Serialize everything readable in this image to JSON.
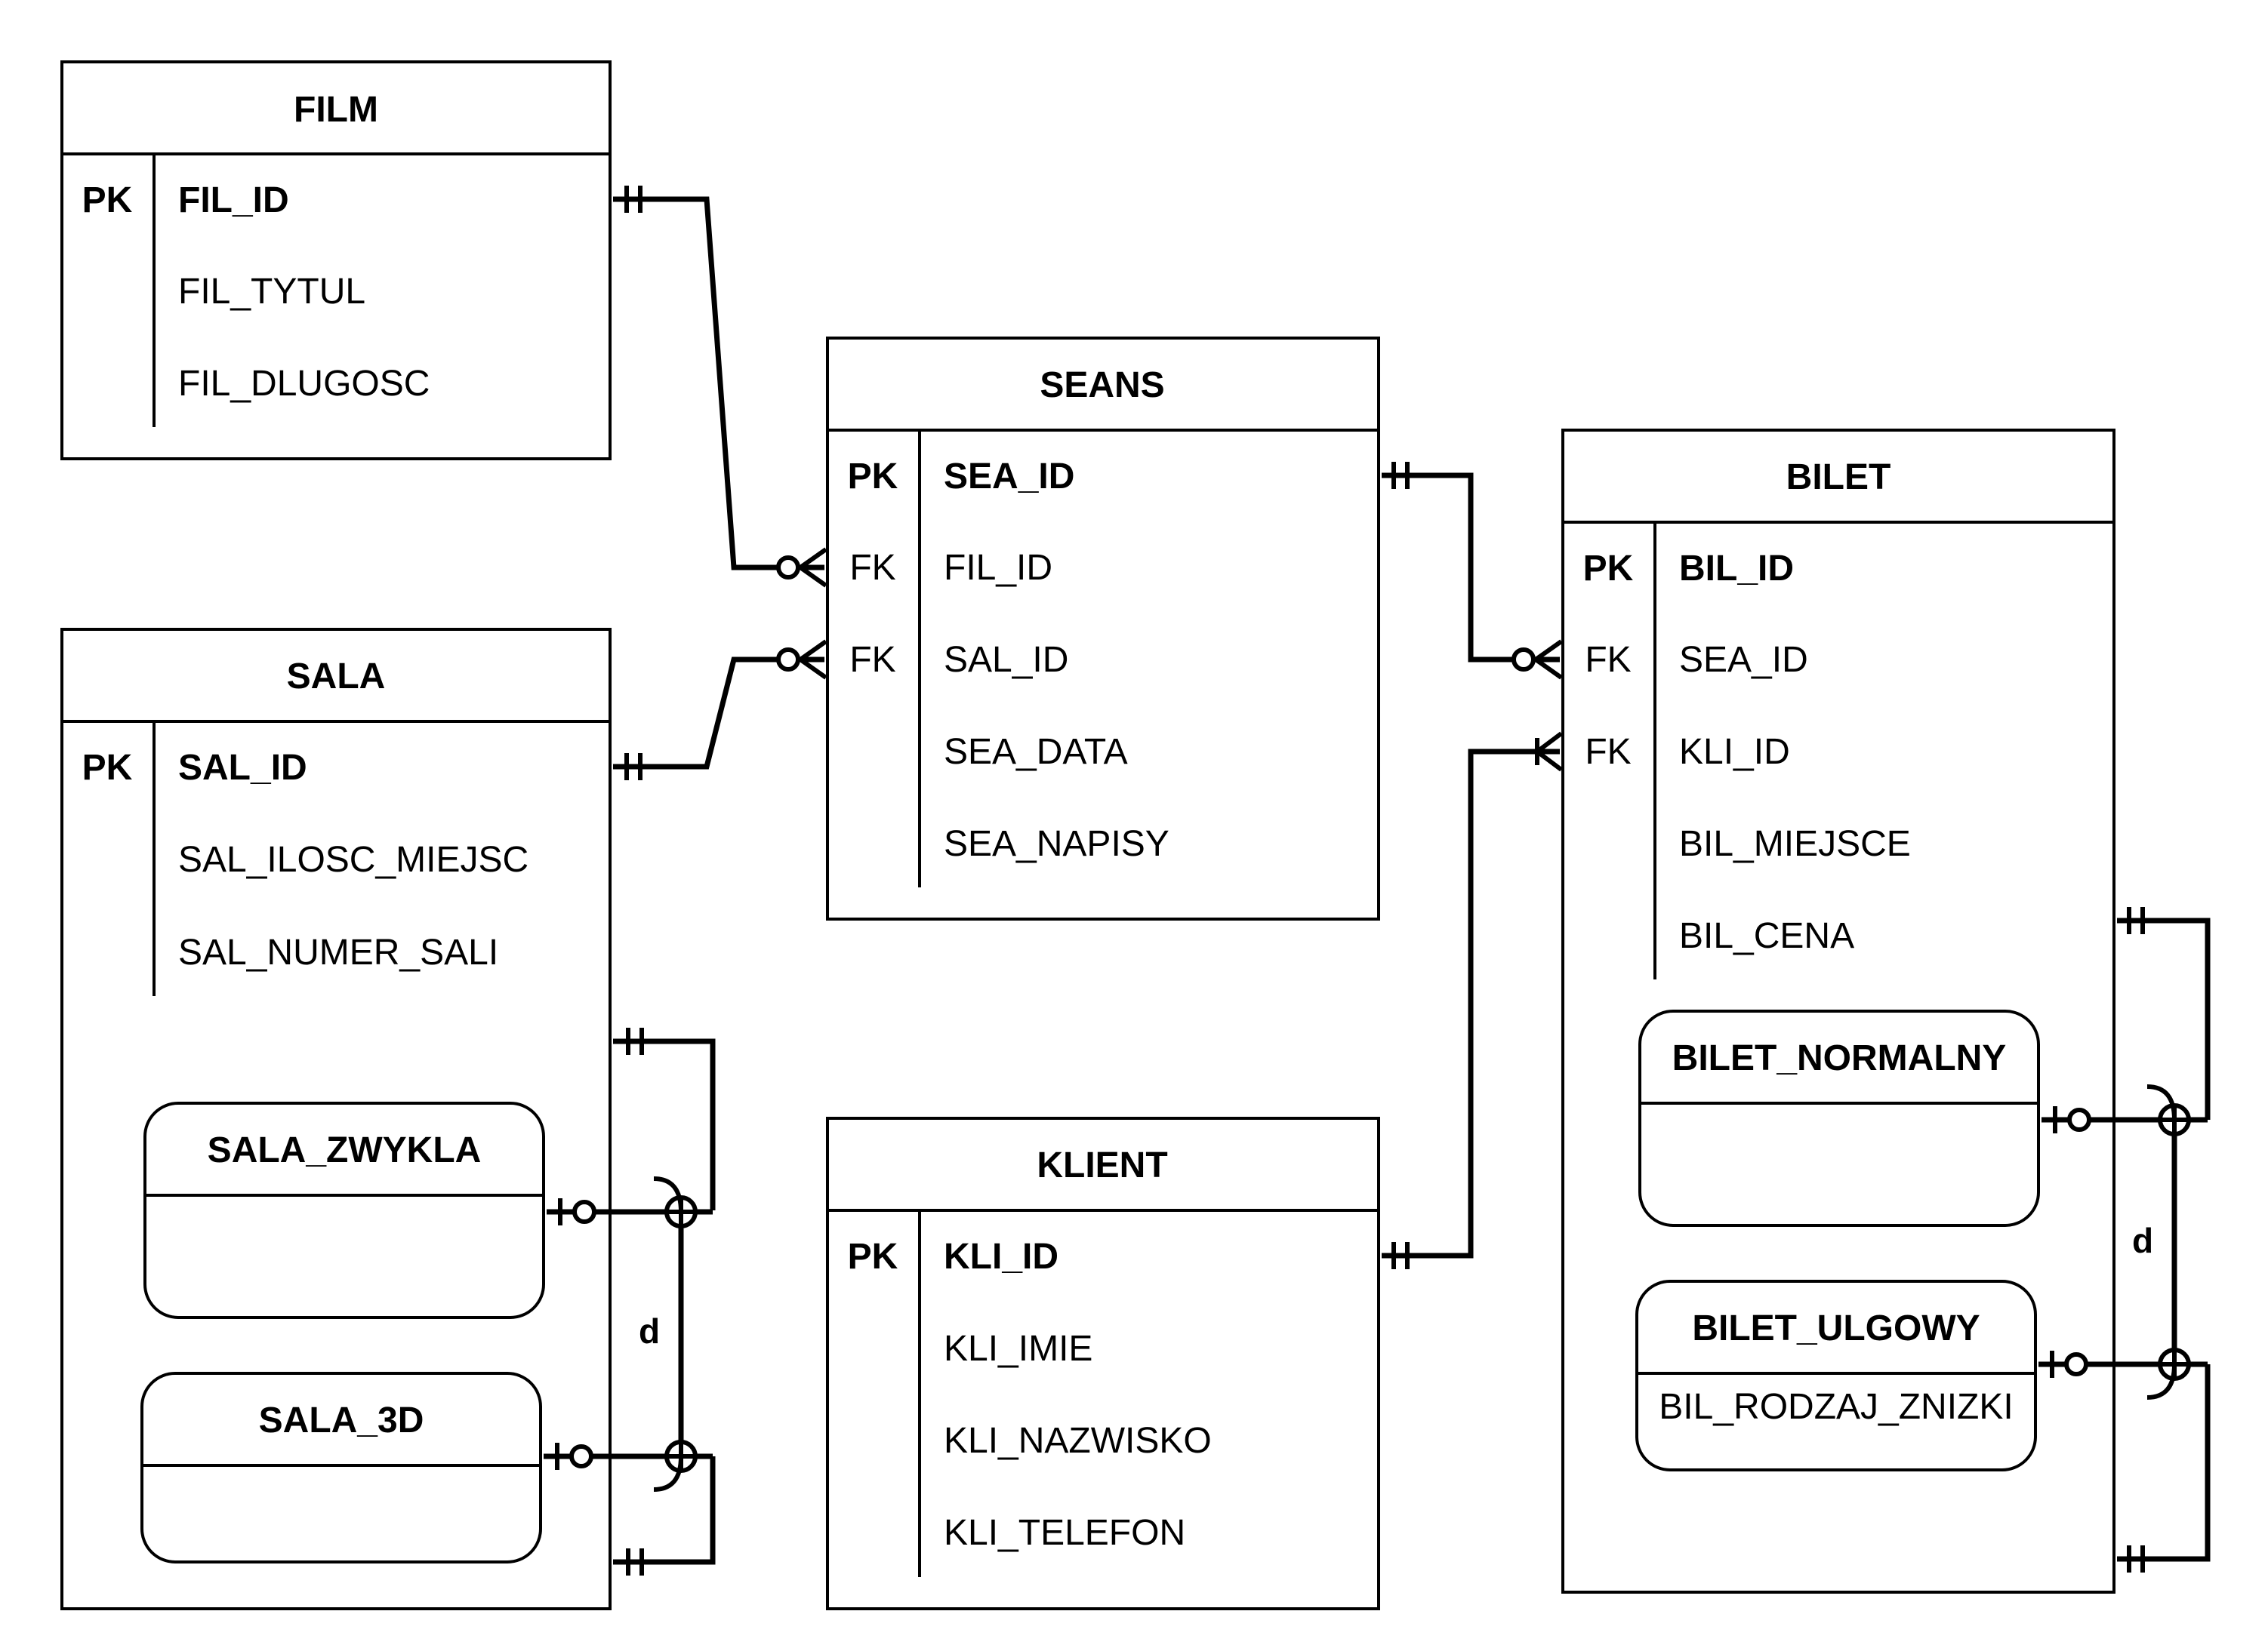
{
  "entities": {
    "film": {
      "title": "FILM",
      "rows": [
        {
          "key": "PK",
          "name": "FIL_ID",
          "bold": true
        },
        {
          "key": "",
          "name": "FIL_TYTUL",
          "bold": false
        },
        {
          "key": "",
          "name": "FIL_DLUGOSC",
          "bold": false
        }
      ]
    },
    "seans": {
      "title": "SEANS",
      "rows": [
        {
          "key": "PK",
          "name": "SEA_ID",
          "bold": true
        },
        {
          "key": "FK",
          "name": "FIL_ID",
          "bold": false
        },
        {
          "key": "FK",
          "name": "SAL_ID",
          "bold": false
        },
        {
          "key": "",
          "name": "SEA_DATA",
          "bold": false
        },
        {
          "key": "",
          "name": "SEA_NAPISY",
          "bold": false
        }
      ]
    },
    "bilet": {
      "title": "BILET",
      "rows": [
        {
          "key": "PK",
          "name": "BIL_ID",
          "bold": true
        },
        {
          "key": "FK",
          "name": "SEA_ID",
          "bold": false
        },
        {
          "key": "FK",
          "name": "KLI_ID",
          "bold": false
        },
        {
          "key": "",
          "name": "BIL_MIEJSCE",
          "bold": false
        },
        {
          "key": "",
          "name": "BIL_CENA",
          "bold": false
        }
      ]
    },
    "sala": {
      "title": "SALA",
      "rows": [
        {
          "key": "PK",
          "name": "SAL_ID",
          "bold": true
        },
        {
          "key": "",
          "name": "SAL_ILOSC_MIEJSC",
          "bold": false
        },
        {
          "key": "",
          "name": "SAL_NUMER_SALI",
          "bold": false
        }
      ]
    },
    "klient": {
      "title": "KLIENT",
      "rows": [
        {
          "key": "PK",
          "name": "KLI_ID",
          "bold": true
        },
        {
          "key": "",
          "name": "KLI_IMIE",
          "bold": false
        },
        {
          "key": "",
          "name": "KLI_NAZWISKO",
          "bold": false
        },
        {
          "key": "",
          "name": "KLI_TELEFON",
          "bold": false
        }
      ]
    }
  },
  "subtypes": {
    "sala_zwykla": {
      "title": "SALA_ZWYKLA",
      "attribute": ""
    },
    "sala_3d": {
      "title": "SALA_3D",
      "attribute": ""
    },
    "bilet_normalny": {
      "title": "BILET_NORMALNY",
      "attribute": ""
    },
    "bilet_ulgowy": {
      "title": "BILET_ULGOWY",
      "attribute": "BIL_RODZAJ_ZNIZKI"
    }
  },
  "specializations": {
    "sala_label": "d",
    "bilet_label": "d"
  }
}
